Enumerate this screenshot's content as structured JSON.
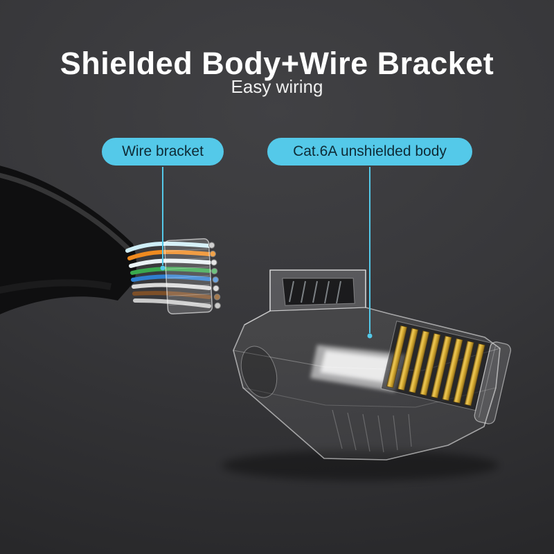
{
  "header": {
    "title": "Shielded Body+Wire Bracket",
    "subtitle": "Easy wiring"
  },
  "callouts": [
    {
      "label": "Wire bracket",
      "target": "wire-bracket"
    },
    {
      "label": "Cat.6A unshielded body",
      "target": "connector-body"
    }
  ],
  "colors": {
    "accent": "#54c9e9",
    "callout-text": "#0e2b36",
    "bg-top": "#414144",
    "bg-bottom": "#252527",
    "gold": "#d9b13b",
    "wire-orange": "#ef8a1f",
    "wire-green": "#3aa94f",
    "wire-blue": "#2f7fd0",
    "wire-brown": "#7d4f28"
  }
}
